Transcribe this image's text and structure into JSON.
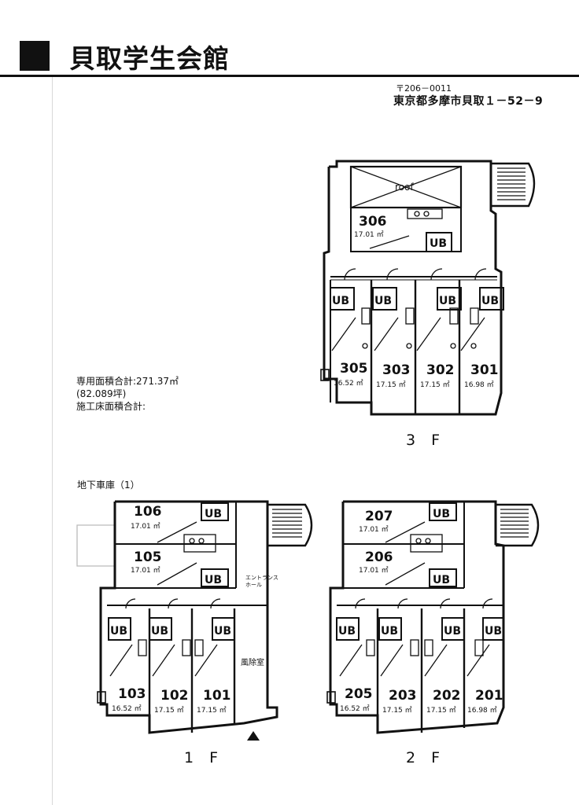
{
  "header": {
    "title": "貝取学生会館"
  },
  "address": {
    "postal": "〒206－0011",
    "line": "東京都多摩市貝取１－52－9"
  },
  "area_summary": {
    "exclusive_total": "専用面積合計:271.37㎡",
    "tsubo": "(82.089坪)",
    "construction_total": "施工床面積合計:"
  },
  "labels": {
    "ub": "UB",
    "roof": "roof",
    "garage": "地下車庫（1）",
    "entrance": [
      "エントランス",
      "ホール"
    ],
    "windbreak": "風除室"
  },
  "floors": {
    "f3": {
      "name": "3 F",
      "rooms": [
        {
          "number": "306",
          "area": "17.01 ㎡"
        },
        {
          "number": "305",
          "area": "16.52 ㎡"
        },
        {
          "number": "303",
          "area": "17.15 ㎡"
        },
        {
          "number": "302",
          "area": "17.15 ㎡"
        },
        {
          "number": "301",
          "area": "16.98 ㎡"
        }
      ]
    },
    "f2": {
      "name": "2 F",
      "rooms": [
        {
          "number": "207",
          "area": "17.01 ㎡"
        },
        {
          "number": "206",
          "area": "17.01 ㎡"
        },
        {
          "number": "205",
          "area": "16.52 ㎡"
        },
        {
          "number": "203",
          "area": "17.15 ㎡"
        },
        {
          "number": "202",
          "area": "17.15 ㎡"
        },
        {
          "number": "201",
          "area": "16.98 ㎡"
        }
      ]
    },
    "f1": {
      "name": "1 F",
      "rooms": [
        {
          "number": "106",
          "area": "17.01 ㎡"
        },
        {
          "number": "105",
          "area": "17.01 ㎡"
        },
        {
          "number": "103",
          "area": "16.52 ㎡"
        },
        {
          "number": "102",
          "area": "17.15 ㎡"
        },
        {
          "number": "101",
          "area": "17.15 ㎡"
        }
      ]
    }
  }
}
